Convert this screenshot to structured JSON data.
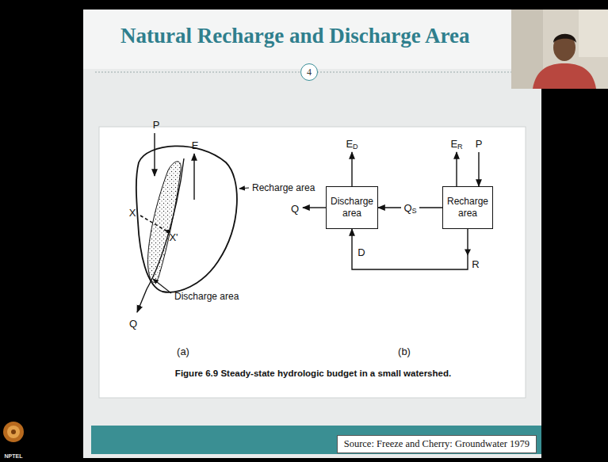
{
  "diagram": {
    "title": "Natural Recharge and Discharge Area",
    "caption": "Figure 6.9 Steady-state hydrologic budget in a small watershed.",
    "nodes": [
      {
        "text": [
          "4"
        ]
      },
      {
        "text": [
          "Discharge area"
        ]
      },
      {
        "text": [
          "Recharge area"
        ]
      },
      {
        "text": [
          "Source: Freeze and Cherry: Groundwater 1979"
        ]
      }
    ],
    "edges": [
      {
        "from": 2,
        "to": 1,
        "arrow": "to",
        "label": "QS"
      },
      {
        "from": 2,
        "to": 1,
        "arrow": "to"
      }
    ],
    "labels": [
      "P",
      "E",
      "Recharge area",
      "X",
      "X'",
      "Discharge area",
      "Q",
      "(a)",
      "ED",
      "Q",
      "ER",
      "P",
      "D",
      "R",
      "(b)",
      "NPTEL"
    ]
  }
}
